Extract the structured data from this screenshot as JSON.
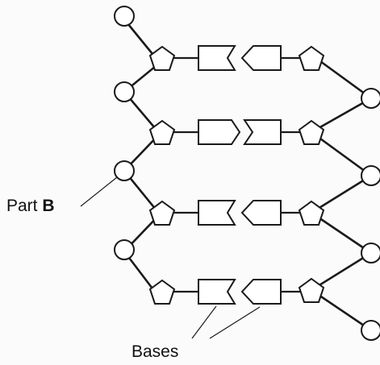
{
  "labels": {
    "part_prefix": "Part ",
    "part_letter": "B",
    "bases": "Bases"
  },
  "colors": {
    "stroke": "#1a1a1a",
    "fill": "#ffffff",
    "text": "#111111"
  }
}
